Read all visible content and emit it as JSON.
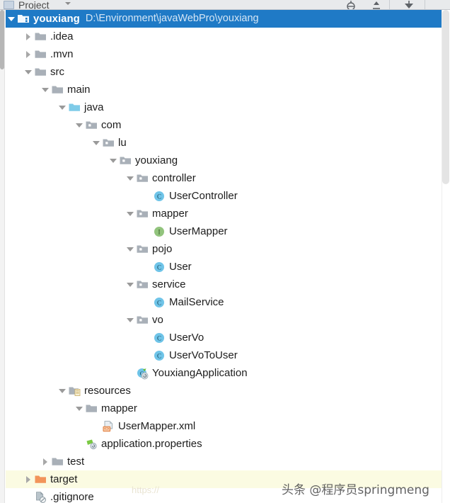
{
  "toolwindow": {
    "title": "Project",
    "tab_icon": "project-tab-icon",
    "chevron_icon": "chevron-down-icon",
    "buttons": [
      {
        "name": "locate-icon",
        "label": ""
      },
      {
        "name": "collapse-all-icon",
        "label": ""
      },
      {
        "name": "settings-gear-icon",
        "label": ""
      }
    ]
  },
  "scrollbars": {
    "vertical_thumb_name": "vertical-scrollbar-thumb",
    "left_gutter_name": "left-scrollbar-thumb"
  },
  "colors": {
    "selection_blue": "#1f7ac6",
    "excluded_yellow": "#fbfbe2",
    "folder_gray": "#a9b0b8",
    "sources_folder_blue": "#7ecbe8",
    "class_icon_blue": "#6fc4e8",
    "interface_icon_green": "#92c47d",
    "target_folder_orange": "#f2945a",
    "xml_badge_orange": "#e07b39",
    "properties_icon_green": "#7ac943"
  },
  "tree": {
    "rows": [
      {
        "label": "youxiang",
        "path": "D:\\Environment\\javaWebPro\\youxiang",
        "depth": 0,
        "arrow": "down",
        "icon": "module-folder-icon",
        "state": "selected",
        "bold": true
      },
      {
        "label": ".idea",
        "path": "",
        "depth": 1,
        "arrow": "right",
        "icon": "folder-icon",
        "state": "normal",
        "bold": false
      },
      {
        "label": ".mvn",
        "path": "",
        "depth": 1,
        "arrow": "right",
        "icon": "folder-icon",
        "state": "normal",
        "bold": false
      },
      {
        "label": "src",
        "path": "",
        "depth": 1,
        "arrow": "down",
        "icon": "folder-icon",
        "state": "normal",
        "bold": false
      },
      {
        "label": "main",
        "path": "",
        "depth": 2,
        "arrow": "down",
        "icon": "folder-icon",
        "state": "normal",
        "bold": false
      },
      {
        "label": "java",
        "path": "",
        "depth": 3,
        "arrow": "down",
        "icon": "sources-folder-icon",
        "state": "normal",
        "bold": false
      },
      {
        "label": "com",
        "path": "",
        "depth": 4,
        "arrow": "down",
        "icon": "package-icon",
        "state": "normal",
        "bold": false
      },
      {
        "label": "lu",
        "path": "",
        "depth": 5,
        "arrow": "down",
        "icon": "package-icon",
        "state": "normal",
        "bold": false
      },
      {
        "label": "youxiang",
        "path": "",
        "depth": 6,
        "arrow": "down",
        "icon": "package-icon",
        "state": "normal",
        "bold": false
      },
      {
        "label": "controller",
        "path": "",
        "depth": 7,
        "arrow": "down",
        "icon": "package-icon",
        "state": "normal",
        "bold": false
      },
      {
        "label": "UserController",
        "path": "",
        "depth": 8,
        "arrow": "none",
        "icon": "java-class-icon",
        "state": "normal",
        "bold": false
      },
      {
        "label": "mapper",
        "path": "",
        "depth": 7,
        "arrow": "down",
        "icon": "package-icon",
        "state": "normal",
        "bold": false
      },
      {
        "label": "UserMapper",
        "path": "",
        "depth": 8,
        "arrow": "none",
        "icon": "java-interface-icon",
        "state": "normal",
        "bold": false
      },
      {
        "label": "pojo",
        "path": "",
        "depth": 7,
        "arrow": "down",
        "icon": "package-icon",
        "state": "normal",
        "bold": false
      },
      {
        "label": "User",
        "path": "",
        "depth": 8,
        "arrow": "none",
        "icon": "java-class-icon",
        "state": "normal",
        "bold": false
      },
      {
        "label": "service",
        "path": "",
        "depth": 7,
        "arrow": "down",
        "icon": "package-icon",
        "state": "normal",
        "bold": false
      },
      {
        "label": "MailService",
        "path": "",
        "depth": 8,
        "arrow": "none",
        "icon": "java-class-icon",
        "state": "normal",
        "bold": false
      },
      {
        "label": "vo",
        "path": "",
        "depth": 7,
        "arrow": "down",
        "icon": "package-icon",
        "state": "normal",
        "bold": false
      },
      {
        "label": "UserVo",
        "path": "",
        "depth": 8,
        "arrow": "none",
        "icon": "java-class-icon",
        "state": "normal",
        "bold": false
      },
      {
        "label": "UserVoToUser",
        "path": "",
        "depth": 8,
        "arrow": "none",
        "icon": "java-class-icon",
        "state": "normal",
        "bold": false
      },
      {
        "label": "YouxiangApplication",
        "path": "",
        "depth": 7,
        "arrow": "none",
        "icon": "spring-boot-class-icon",
        "state": "normal",
        "bold": false
      },
      {
        "label": "resources",
        "path": "",
        "depth": 3,
        "arrow": "down",
        "icon": "resources-folder-icon",
        "state": "normal",
        "bold": false
      },
      {
        "label": "mapper",
        "path": "",
        "depth": 4,
        "arrow": "down",
        "icon": "folder-icon",
        "state": "normal",
        "bold": false
      },
      {
        "label": "UserMapper.xml",
        "path": "",
        "depth": 5,
        "arrow": "none",
        "icon": "xml-file-icon",
        "state": "normal",
        "bold": false
      },
      {
        "label": "application.properties",
        "path": "",
        "depth": 4,
        "arrow": "none",
        "icon": "properties-file-icon",
        "state": "normal",
        "bold": false
      },
      {
        "label": "test",
        "path": "",
        "depth": 2,
        "arrow": "right",
        "icon": "folder-icon",
        "state": "normal",
        "bold": false
      },
      {
        "label": "target",
        "path": "",
        "depth": 1,
        "arrow": "right",
        "icon": "target-folder-icon",
        "state": "excluded",
        "bold": false
      },
      {
        "label": ".gitignore",
        "path": "",
        "depth": 1,
        "arrow": "none",
        "icon": "gitignore-file-icon",
        "state": "normal",
        "bold": false
      }
    ]
  },
  "watermark": {
    "text": "头条 @程序员springmeng",
    "url": "https://"
  }
}
